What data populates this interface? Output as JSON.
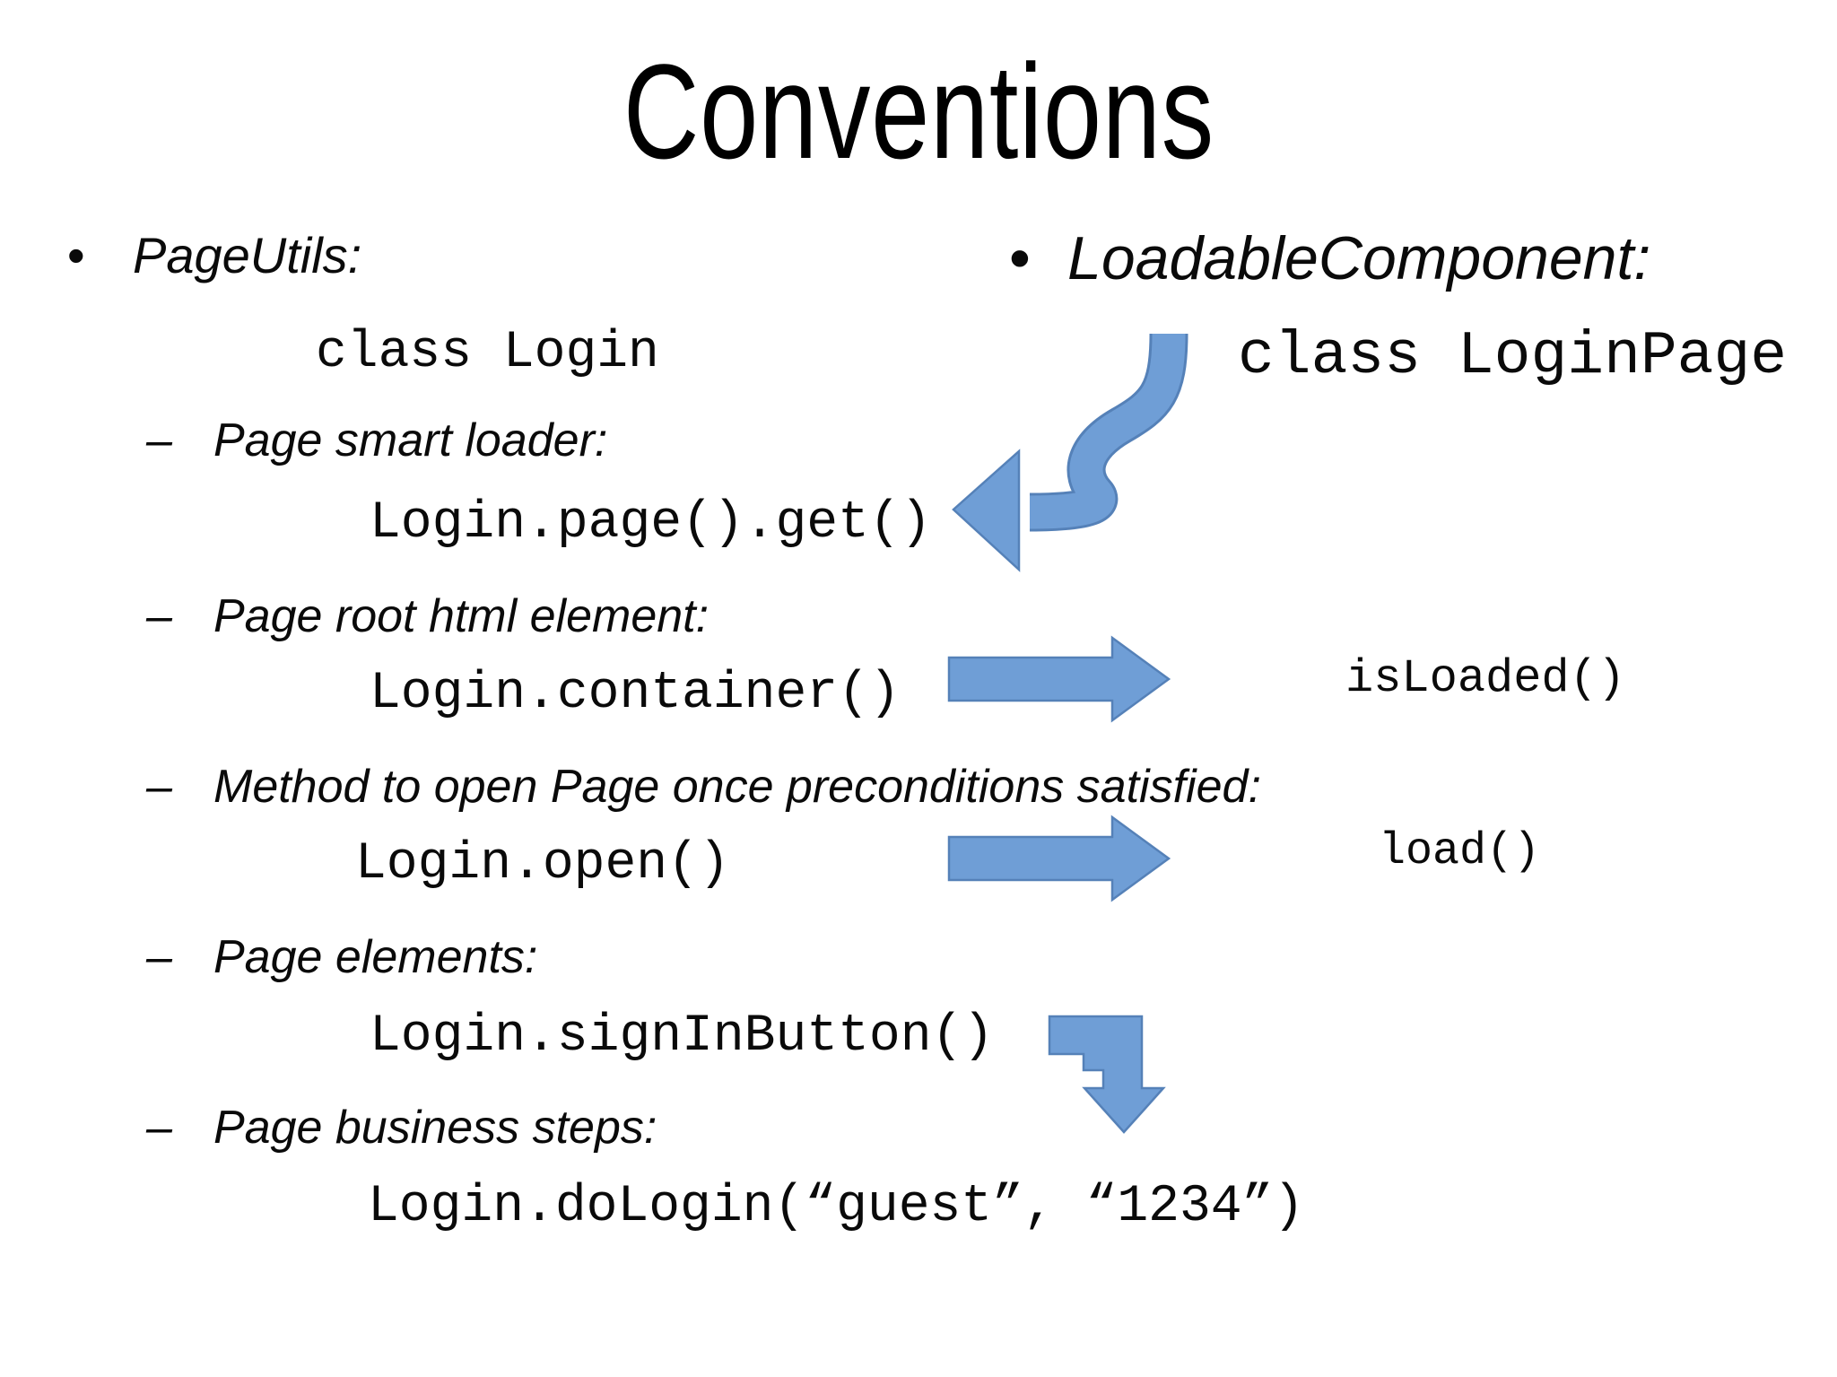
{
  "slide": {
    "title": "Conventions",
    "bullet_char": "•",
    "dash_char": "–",
    "left": {
      "heading": "PageUtils:",
      "class_code": "class Login",
      "items": [
        {
          "label": "Page smart loader:",
          "code": "Login.page().get()"
        },
        {
          "label": "Page root html element:",
          "code": "Login.container()"
        },
        {
          "label": "Method to open Page once preconditions satisfied:",
          "code": "Login.open()"
        },
        {
          "label": "Page elements:",
          "code": "Login.signInButton()"
        },
        {
          "label": "Page business steps:",
          "code": "Login.doLogin(“guest”, “1234”)"
        }
      ]
    },
    "right": {
      "heading": "LoadableComponent:",
      "class_code": "class LoginPage",
      "methods": [
        {
          "name": "isLoaded()"
        },
        {
          "name": "load()"
        }
      ]
    },
    "colors": {
      "arrow_fill": "#6f9ed6",
      "arrow_line": "#5581b8",
      "text": "#0a0a0a",
      "background": "#ffffff"
    }
  }
}
